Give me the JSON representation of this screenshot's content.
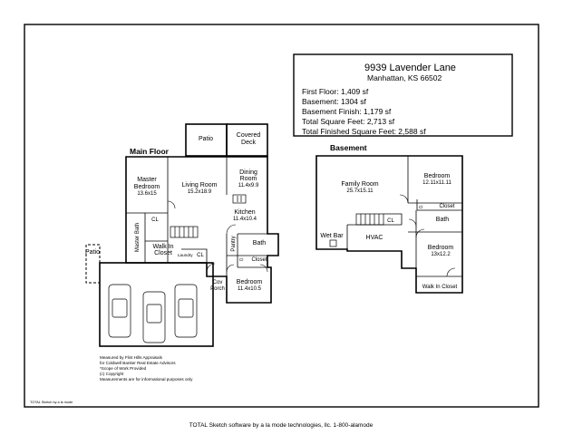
{
  "info_box": {
    "address_line1": "9939 Lavender Lane",
    "address_line2": "Manhattan, KS 66502",
    "lines": [
      "First Floor: 1,409 sf",
      "Basement: 1304 sf",
      "Basement Finish: 1,179 sf",
      "Total Square Feet: 2,713 sf",
      "Total Finished Square Feet: 2,588 sf"
    ]
  },
  "main_floor": {
    "heading": "Main Floor",
    "rooms": {
      "patio_top": "Patio",
      "covered_deck_1": "Covered",
      "covered_deck_2": "Deck",
      "dining_1": "Dining",
      "dining_2": "Room",
      "dining_dim": "11.4x9.9",
      "master_1": "Master",
      "master_2": "Bedroom",
      "master_dim": "13.6x15",
      "living": "Living Room",
      "living_dim": "15.2x18.9",
      "kitchen": "Kitchen",
      "kitchen_dim": "11.4x10.4",
      "pantry": "Pantry",
      "bath": "Bath",
      "cl": "CL",
      "master_bath": "Master Bath",
      "walk_in_1": "Walk In",
      "walk_in_2": "Closet",
      "laundry": "Laundry",
      "closet": "Closet",
      "patio_side": "Patio",
      "cov_1": "Cov",
      "cov_2": "Porch",
      "bedroom": "Bedroom",
      "bedroom_dim": "11.4x10.5",
      "cl_small": "Cl"
    }
  },
  "basement": {
    "heading": "Basement",
    "rooms": {
      "family": "Family Room",
      "family_dim": "25.7x15.11",
      "bedroom1": "Bedroom",
      "bedroom1_dim": "12.11x11.11",
      "closet": "Closet",
      "cl_small": "Cl",
      "bath": "Bath",
      "cl": "CL",
      "wet_bar": "Wet Bar",
      "hvac": "HVAC",
      "bedroom2": "Bedroom",
      "bedroom2_dim": "13x12.2",
      "walk_in": "Walk In Closet"
    }
  },
  "disclaimer": {
    "lines": [
      "Measured by Flint Hills Appraisals",
      "for Coldwell Banker Real Estate Advisors",
      "*Scope of Work Provided",
      "(c) Copyright",
      "Measurements are for informational purposes only"
    ]
  },
  "credit_small": "TOTAL Sketch by a la mode",
  "footer": "TOTAL Sketch software by a la mode technologies, llc. 1-800-alamode"
}
